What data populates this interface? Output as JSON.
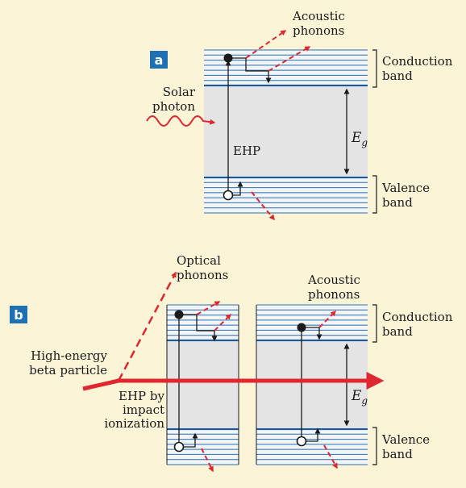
{
  "colors": {
    "background": "#fcf4d7",
    "band_line": "#2a6fb3",
    "band_edge": "#1d5a9a",
    "gap_fill": "#e4e4e4",
    "band_fill": "#f2f4f6",
    "arrow_red": "#e0262e",
    "ink": "#1a1a1a",
    "label_box": "#1f6fb5"
  },
  "panel_a": {
    "label": "a",
    "acoustic_phonons": [
      "Acoustic",
      "phonons"
    ],
    "conduction_band": [
      "Conduction",
      "band"
    ],
    "valence_band": [
      "Valence",
      "band"
    ],
    "solar_photon": [
      "Solar",
      "photon"
    ],
    "ehp": "EHP",
    "eg_main": "E",
    "eg_sub": "g"
  },
  "panel_b": {
    "label": "b",
    "optical_phonons": [
      "Optical",
      "phonons"
    ],
    "acoustic_phonons": [
      "Acoustic",
      "phonons"
    ],
    "conduction_band": [
      "Conduction",
      "band"
    ],
    "valence_band": [
      "Valence",
      "band"
    ],
    "beta_particle": [
      "High-energy",
      "beta particle"
    ],
    "ehp_impact": [
      "EHP by",
      "impact",
      "ionization"
    ],
    "eg_main": "E",
    "eg_sub": "g"
  }
}
